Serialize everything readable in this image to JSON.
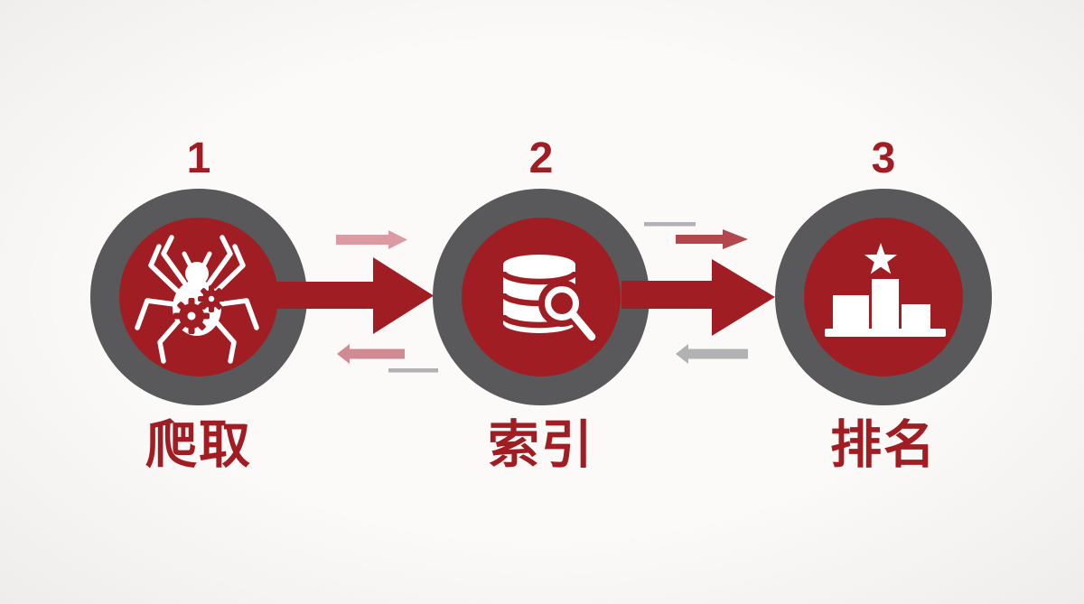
{
  "diagram": {
    "type": "process-flow",
    "steps": [
      {
        "number": "1",
        "label": "爬取",
        "icon": "spider-gears-icon"
      },
      {
        "number": "2",
        "label": "索引",
        "icon": "database-search-icon"
      },
      {
        "number": "3",
        "label": "排名",
        "icon": "podium-star-icon"
      }
    ],
    "connectors": [
      {
        "from": "1",
        "to": "2",
        "icons": [
          "big-arrow-right-icon",
          "small-arrow-right-icon",
          "small-arrow-left-icon",
          "gray-line-icon"
        ]
      },
      {
        "from": "2",
        "to": "3",
        "icons": [
          "big-arrow-right-icon",
          "small-arrow-right-icon",
          "small-arrow-left-icon",
          "gray-line-icon"
        ]
      }
    ]
  },
  "colors": {
    "deep-red": "#A01E23",
    "ring-gray": "#59585A",
    "pink-light": "#DC9BA2",
    "pink-dark": "#D08A92",
    "medium-red": "#B2484E",
    "line-gray": "#B2B2B4",
    "icon-white": "#FFFFFF",
    "background": "#FBFAF8"
  }
}
